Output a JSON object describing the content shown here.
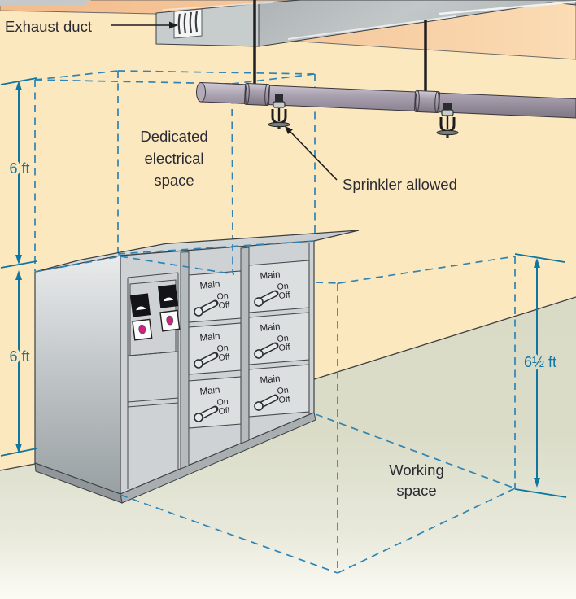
{
  "title": "Dedicated electrical space and working space diagram",
  "labels": {
    "exhaust_duct": "Exhaust duct",
    "sprinkler_allowed": "Sprinkler allowed",
    "dedicated_space": [
      "Dedicated",
      "electrical",
      "space"
    ],
    "working_space": [
      "Working",
      "space"
    ]
  },
  "dimensions": {
    "dedicated_height": "6 ft",
    "equipment_height": "6 ft",
    "working_height": "6½ ft"
  },
  "panel": {
    "switch_label_main": "Main",
    "switch_label_on": "On",
    "switch_label_off": "Off",
    "switch_cell_count": 6,
    "meter_count": 2,
    "indicator_count": 2
  },
  "colors": {
    "wall": "#fbe8be",
    "ceiling": "#f5c496",
    "floor": "#dadcc8",
    "boundary_dash": "#2e84b5",
    "dimension": "#0e76a3",
    "pipe": "#a79fad",
    "duct": "#b5babc",
    "indicator_light": "#ce2180"
  }
}
